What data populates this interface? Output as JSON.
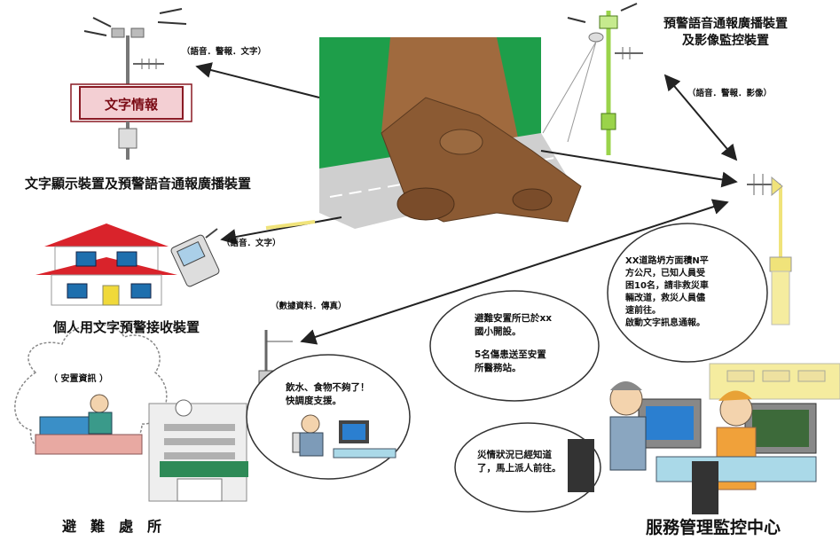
{
  "labels": {
    "broadcast_video_device": "預警語音通報廣播裝置\n及影像監控裝置",
    "text_display_device": "文字顯示裝置及預警語音通報廣播裝置",
    "personal_receiver": "個人用文字預警接收裝置",
    "shelter": "避　難　處　所",
    "control_center": "服務管理監控中心"
  },
  "sign": {
    "text": "文字情報"
  },
  "channels": {
    "sign_link": "（語音．警報．文字）",
    "camera_link": "（語音．警報．影像）",
    "house_link": "（語音．文字）",
    "shelter_link": "（數據資料．傳真）"
  },
  "bubbles": {
    "shelter_thought": "（ 安置資訊 ）",
    "shelter_request": "飲水、食物不夠了！\n快調度支援。",
    "center_top_right": "XX道路坍方面積N平\n方公尺，已知人員受\n困10名，請非救災車\n輛改道，救災人員儘\n速前往。\n啟動文字訊息通報。",
    "center_top_left_1": "避難安置所已於xx\n國小開設。",
    "center_top_left_2": "5名傷患送至安置\n所醫務站。",
    "center_bottom": "災情狀況已經知道\n了，馬上派人前往。"
  },
  "colors": {
    "sign_bg": "#f3cfd3",
    "sign_border": "#8a1a24",
    "roof_red": "#d9232b",
    "pole_green": "#9ad34a",
    "pole_yellow": "#f0e37a",
    "landslide_bg": "#1e9e4a",
    "rock_brown": "#8b5a33"
  }
}
